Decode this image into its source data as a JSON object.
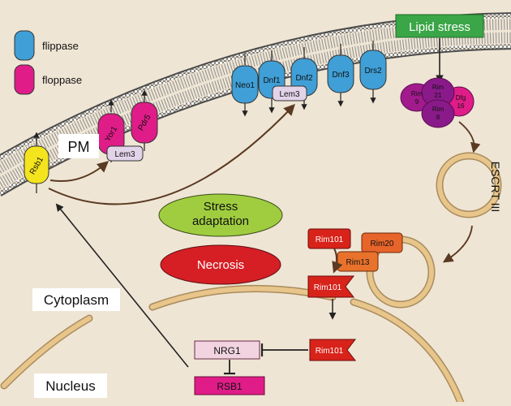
{
  "legend": {
    "flippase": {
      "label": "flippase",
      "color": "#3f9fd6"
    },
    "floppase": {
      "label": "floppase",
      "color": "#e01c88"
    }
  },
  "lipid_stress": "Lipid stress",
  "escrt": "ESCRT III",
  "pm": "PM",
  "cytoplasm": "Cytoplasm",
  "nucleus": "Nucleus",
  "proteins": {
    "rsb1": "Rsb1",
    "yor1": "Yor1",
    "pdr5": "Pdr5",
    "lem3_left": "Lem3",
    "neo1": "Neo1",
    "dnf1": "Dnf1",
    "dnf2": "Dnf2",
    "dnf3": "Dnf3",
    "drs2": "Drs2",
    "lem3_right": "Lem3",
    "rim9_a": "Rim",
    "rim9_b": "9",
    "rim21_a": "Rim",
    "rim21_b": "21",
    "rim8_a": "Rim",
    "rim8_b": "8",
    "dfg16_a": "Dfg",
    "dfg16_b": "16"
  },
  "outcomes": {
    "stress_1": "Stress",
    "stress_2": "adaptation",
    "necrosis": "Necrosis"
  },
  "rim": {
    "rim101_top": "Rim101",
    "rim20": "Rim20",
    "rim13": "Rim13",
    "rim101_mid": "Rim101",
    "rim101_bottom": "Rim101"
  },
  "genes": {
    "nrg1": "NRG1",
    "rsb1": "RSB1"
  },
  "colors": {
    "background": "#efe5d4",
    "flippase": "#3f9fd6",
    "floppase": "#e01c88",
    "rsb1": "#f4e41d",
    "lem3": "#e2d3e8",
    "rim_complex": "#8a1a8a",
    "lipid_stress": "#3aa647",
    "stress_adaptation": "#9fcd3f",
    "necrosis": "#d61f25",
    "rim101": "#d8231b",
    "rim20": "#e7642b",
    "rim13": "#e8722c",
    "nrg1": "#f1d4e0",
    "rsb1_gene": "#e01c88",
    "membrane": "#e8c58a"
  }
}
